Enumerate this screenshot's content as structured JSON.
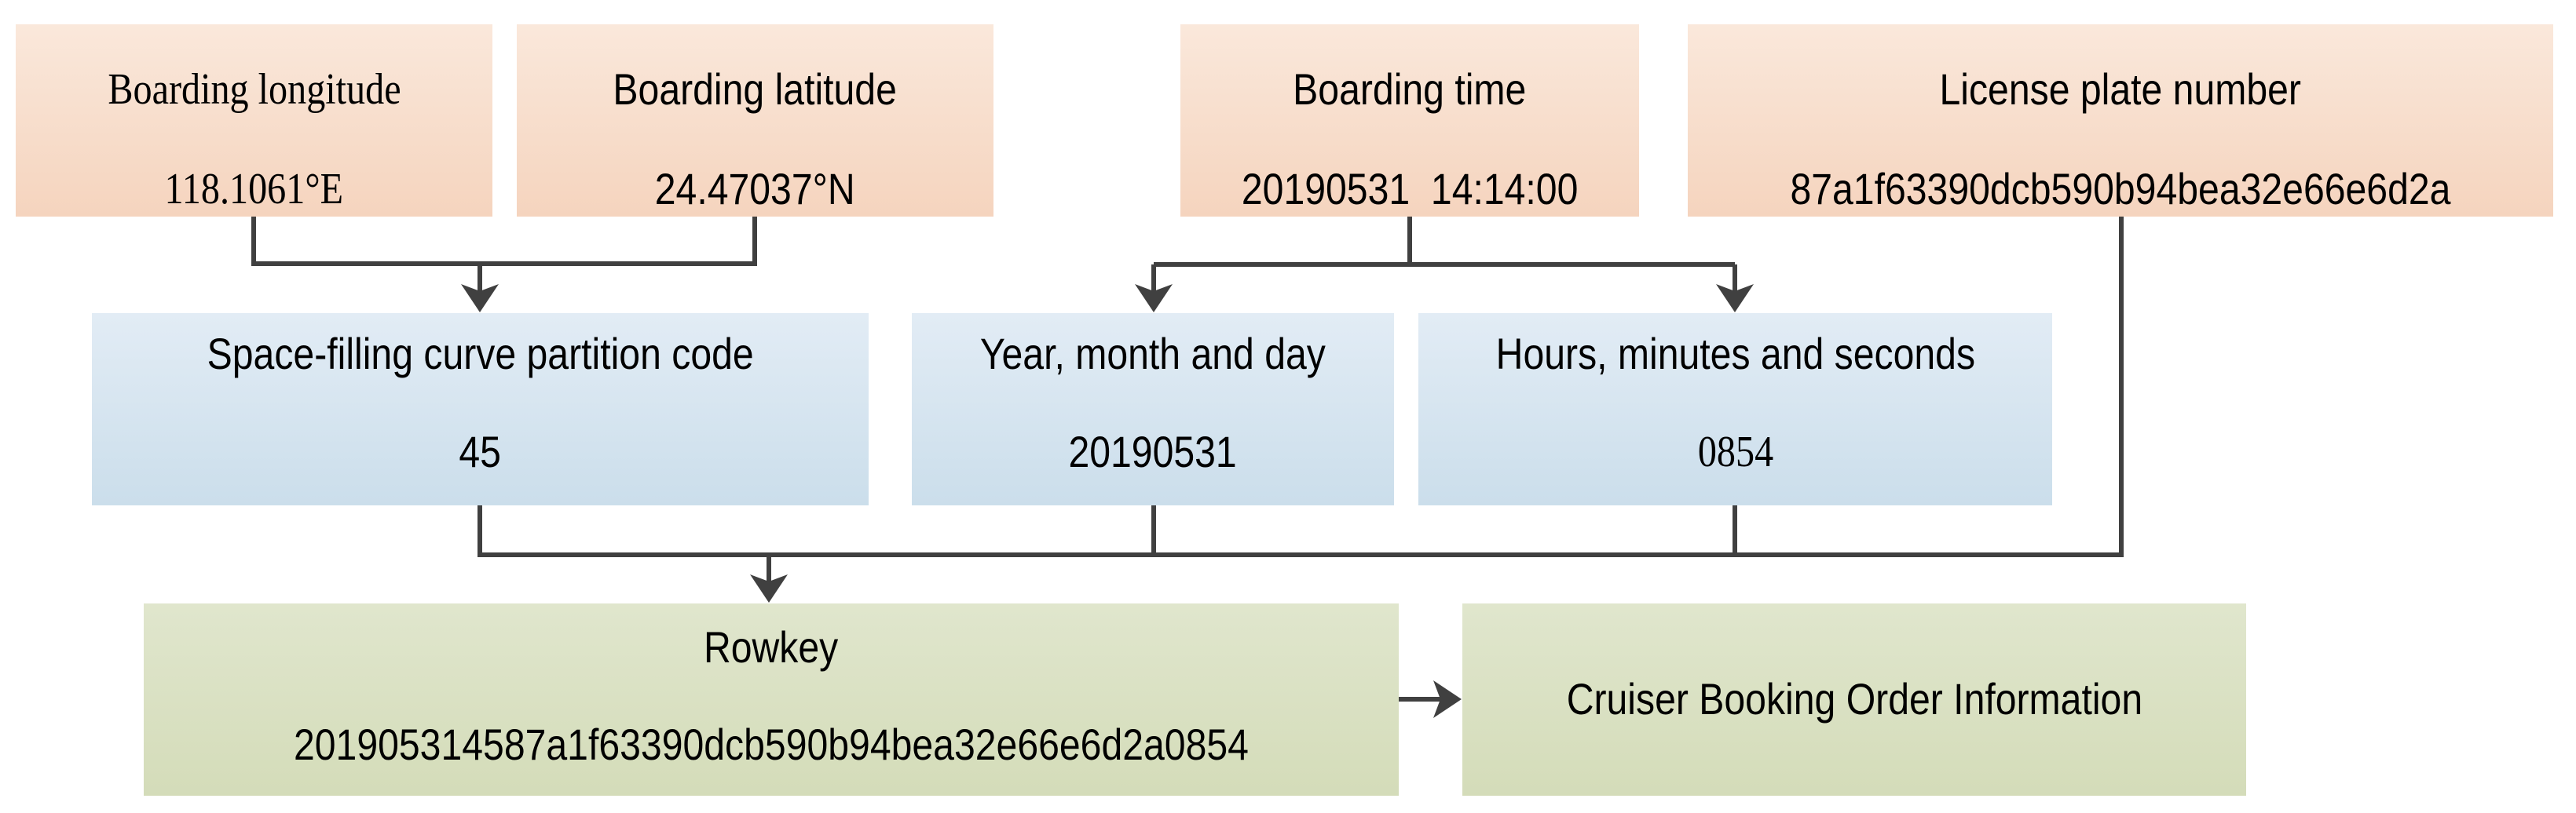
{
  "inputs": {
    "longitude": {
      "title": "Boarding longitude",
      "value": "118.1061°E"
    },
    "latitude": {
      "title": "Boarding latitude",
      "value": "24.47037°N"
    },
    "time": {
      "title": "Boarding time",
      "value": "20190531  14:14:00"
    },
    "plate": {
      "title": "License plate number",
      "value": "87a1f63390dcb590b94bea32e66e6d2a"
    }
  },
  "derived": {
    "partition": {
      "title": "Space-filling curve partition code",
      "value": "45"
    },
    "date": {
      "title": "Year, month and day",
      "value": "20190531"
    },
    "hms": {
      "title": "Hours, minutes and seconds",
      "value": "0854"
    }
  },
  "output": {
    "rowkey": {
      "title": "Rowkey",
      "value": "201905314587a1f63390dcb590b94bea32e66e6d2a0854"
    },
    "info": {
      "label": "Cruiser Booking Order Information"
    }
  },
  "colors": {
    "input": "#f7dfcd",
    "derived": "#d6e4ef",
    "output": "#dae1c4",
    "line": "#404040"
  }
}
